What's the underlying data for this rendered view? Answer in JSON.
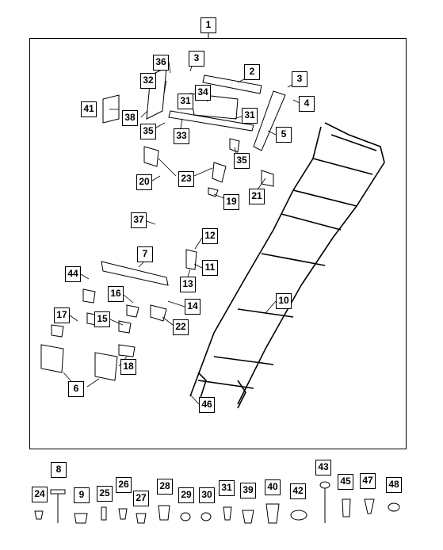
{
  "diagram": {
    "main_callout": "1",
    "callouts": [
      "36",
      "3",
      "2",
      "3",
      "32",
      "34",
      "4",
      "41",
      "31",
      "31",
      "38",
      "35",
      "33",
      "5",
      "35",
      "23",
      "20",
      "21",
      "19",
      "37",
      "12",
      "7",
      "11",
      "44",
      "13",
      "16",
      "14",
      "17",
      "15",
      "22",
      "10",
      "18",
      "6",
      "46"
    ],
    "hardware_callouts": [
      "8",
      "43",
      "24",
      "9",
      "25",
      "26",
      "27",
      "28",
      "29",
      "30",
      "31",
      "39",
      "40",
      "42",
      "45",
      "47",
      "48"
    ]
  }
}
